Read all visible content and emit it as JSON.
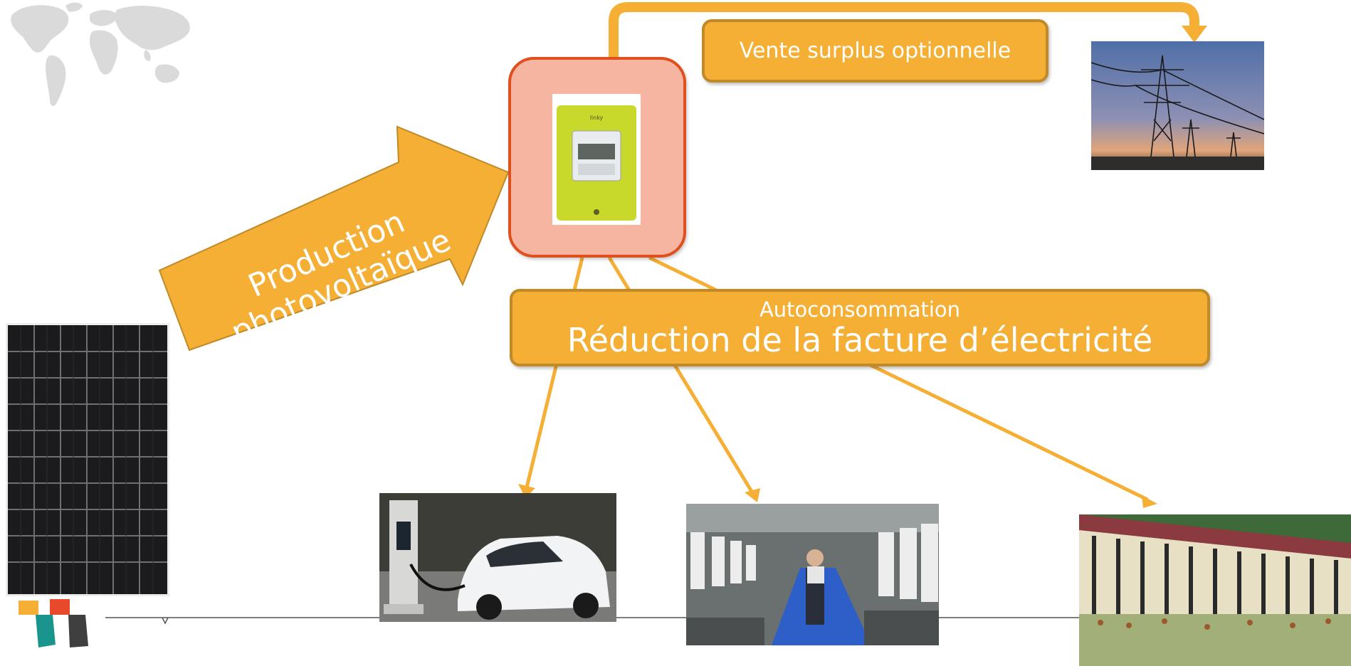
{
  "diagram": {
    "arrow_text": [
      "Production",
      "photovoltaïque"
    ],
    "vente_label": "Vente surplus optionnelle",
    "autoconsommation_label": "Autoconsommation",
    "reduction_label": "Réduction de la facture d’électricité"
  },
  "images": {
    "solar_panel": "solar-panel-photo",
    "meter": "electricity-meter-photo",
    "pylons": "power-pylons-photo",
    "ev": "electric-car-charging-photo",
    "milking": "dairy-milking-parlor-photo",
    "poultry": "poultry-farm-photo"
  },
  "colors": {
    "accent": "#F5AF35",
    "accent_border": "#C08A28",
    "meter_bg": "#F5B5A1",
    "meter_border": "#E0501E",
    "logo_teal": "#1A958E",
    "logo_orange": "#F08A1E",
    "logo_red": "#E8492A",
    "logo_dark": "#3F3F3F"
  }
}
